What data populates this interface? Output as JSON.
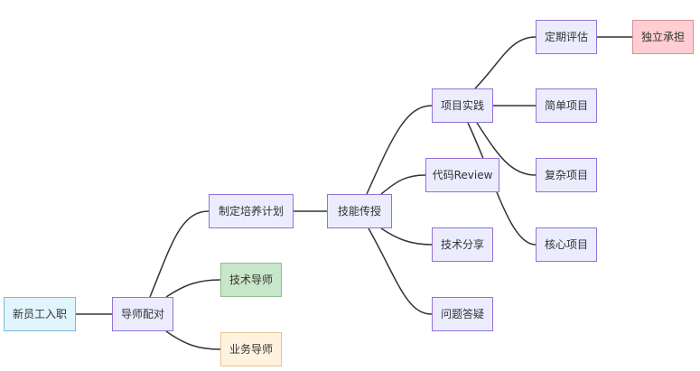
{
  "nodes": {
    "start": "新员工入职",
    "pairing": "导师配对",
    "plan": "制定培养计划",
    "tech_mentor": "技术导师",
    "biz_mentor": "业务导师",
    "skill": "技能传授",
    "project": "项目实践",
    "code_review": "代码Review",
    "tech_share": "技术分享",
    "qa": "问题答疑",
    "eval": "定期评估",
    "simple": "简单项目",
    "complex": "复杂项目",
    "core": "核心项目",
    "independent": "独立承担"
  },
  "colors": {
    "default_fill": "#ececff",
    "default_border": "#9370db",
    "start_fill": "#e1f5fe",
    "tech_mentor_fill": "#c8e6c9",
    "biz_mentor_fill": "#fff3e0",
    "independent_fill": "#ffcdd2",
    "edge": "#333333"
  }
}
